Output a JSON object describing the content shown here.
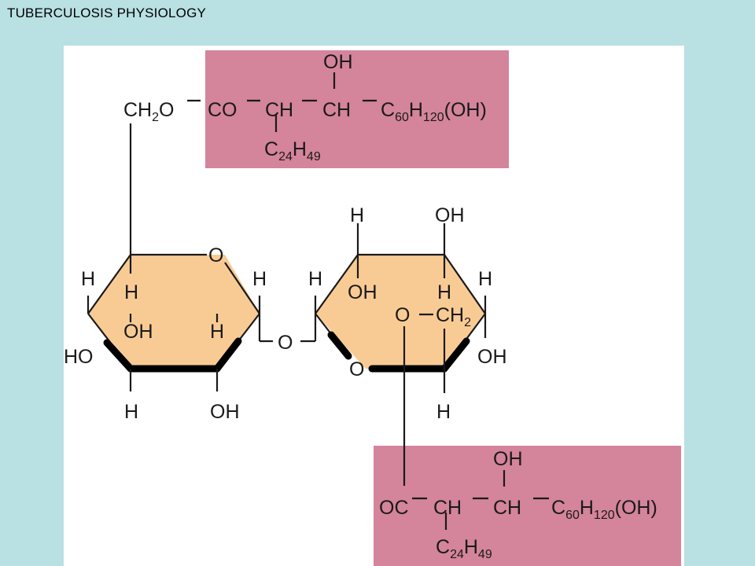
{
  "header": {
    "title": "TUBERCULOSIS PHYSIOLOGY"
  },
  "colors": {
    "background": "#b9e0e3",
    "panel": "#ffffff",
    "mycolic_box": "#d4849b",
    "sugar_ring": "#f9cb94"
  },
  "labels": {
    "h": "H",
    "oh": "OH",
    "ho": "HO",
    "o": "O",
    "ch": "CH",
    "co": "CO",
    "oc": "OC",
    "ch2": "CH",
    "ch2_sub": "2",
    "ch2o_pre": "CH",
    "ch2o_sub": "2",
    "ch2o_post": "O",
    "c60": "C",
    "c60_sub1": "60",
    "c60_h": "H",
    "c60_sub2": "120",
    "c60_end": "(OH)",
    "c24": "C",
    "c24_sub1": "24",
    "c24_h": "H",
    "c24_sub2": "49"
  }
}
